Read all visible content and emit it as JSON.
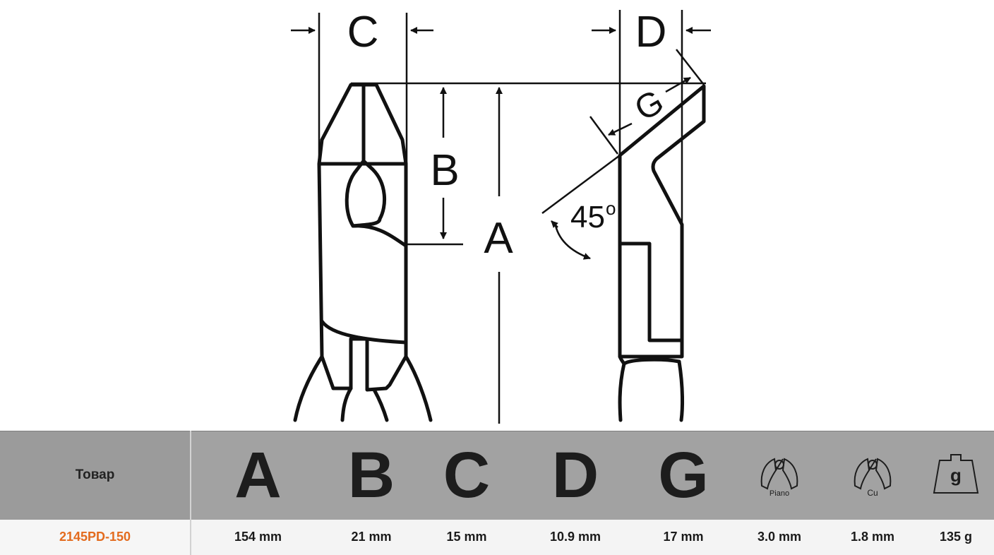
{
  "drawing": {
    "dimension_labels": {
      "a": "A",
      "b": "B",
      "c": "C",
      "d": "D",
      "g": "G"
    },
    "angle_label": "45",
    "angle_degree_symbol": "o"
  },
  "table": {
    "product_header": "Товар",
    "column_headers": {
      "a": "A",
      "b": "B",
      "c": "C",
      "d": "D",
      "g": "G"
    },
    "icons": {
      "piano": {
        "name": "piano-wire-cut-icon",
        "label": "Piano"
      },
      "copper": {
        "name": "copper-wire-cut-icon",
        "label": "Cu"
      },
      "weight": {
        "name": "weight-icon",
        "label": "g"
      }
    },
    "row": {
      "product_code": "2145PD-150",
      "a": "154 mm",
      "b": "21 mm",
      "c": "15 mm",
      "d": "10.9 mm",
      "g": "17 mm",
      "piano": "3.0 mm",
      "copper": "1.8 mm",
      "weight": "135 g"
    }
  },
  "colors": {
    "accent": "#e36b1e",
    "header_bg": "#a2a2a2",
    "row_bg": "#f4f4f4"
  }
}
